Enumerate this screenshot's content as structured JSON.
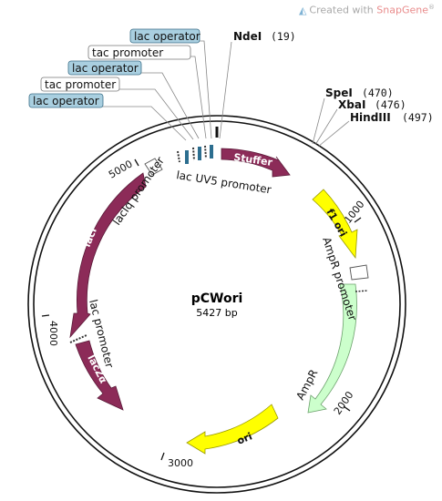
{
  "credit": {
    "prefix": "Created with ",
    "brand": "SnapGene",
    "mark": "®"
  },
  "plasmid": {
    "name": "pCWori",
    "length_text": "5427 bp"
  },
  "ticks": [
    "1000",
    "2000",
    "3000",
    "4000",
    "5000"
  ],
  "sites": [
    {
      "name": "NdeI",
      "pos": "(19)"
    },
    {
      "name": "SpeI",
      "pos": "(470)"
    },
    {
      "name": "XbaI",
      "pos": "(476)"
    },
    {
      "name": "HindIII",
      "pos": "(497)"
    }
  ],
  "boxed_labels": [
    {
      "text": "lac operator",
      "kind": "operator"
    },
    {
      "text": "tac promoter",
      "kind": "promoter"
    },
    {
      "text": "lac operator",
      "kind": "operator"
    },
    {
      "text": "tac promoter",
      "kind": "promoter"
    },
    {
      "text": "lac operator",
      "kind": "operator"
    }
  ],
  "features": [
    {
      "label": "Stuffer",
      "color": "#8c2b58"
    },
    {
      "label": "f1 ori",
      "color": "#ffff00"
    },
    {
      "label": "AmpR",
      "color": "#ccffcc"
    },
    {
      "label": "ori",
      "color": "#ffff00"
    },
    {
      "label": "lacZα",
      "color": "#8c2b58"
    },
    {
      "label": "lacI",
      "color": "#8c2b58"
    }
  ],
  "outer_labels": {
    "lacUV5": "lac UV5 promoter",
    "lacIq": "lacIq promoter",
    "ampr_promoter": "AmpR promoter",
    "ampr": "AmpR",
    "lac_promoter": "lac promoter"
  },
  "colors": {
    "operator_box": "#a9cfe0",
    "promoter_box": "#ffffff",
    "backbone": "#111111"
  }
}
